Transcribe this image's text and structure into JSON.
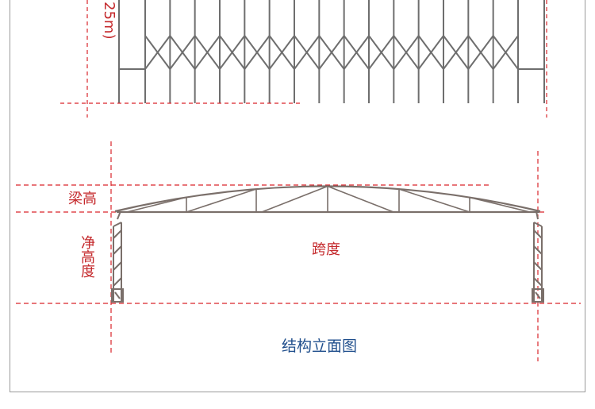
{
  "top_section": {
    "height_label": "25m)"
  },
  "elevation": {
    "beam_height_label": "梁高",
    "clear_height_label": "净高度",
    "span_label": "跨度",
    "caption": "结构立面图"
  },
  "colors": {
    "dim_line": "#d9252b",
    "steel": "#6e6e6e",
    "truss": "#7a6f6a",
    "caption": "#1f4e8c",
    "frame": "#9a9a9a"
  }
}
